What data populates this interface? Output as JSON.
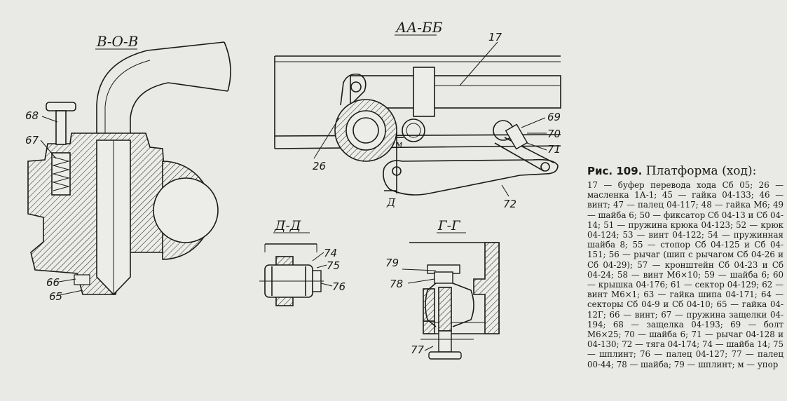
{
  "sections": {
    "vov": "В-О-В",
    "aabb": "АА-ББ",
    "dd": "Д-Д",
    "gg": "Г-Г",
    "d_mark": "Д"
  },
  "callouts": {
    "c17": "17",
    "c26": "26",
    "c65": "65",
    "c66": "66",
    "c67": "67",
    "c68": "68",
    "c69": "69",
    "c70": "70",
    "c71": "71",
    "c72": "72",
    "c74": "74",
    "c75": "75",
    "c76": "76",
    "c77": "77",
    "c78": "78",
    "c79": "79",
    "m": "м"
  },
  "caption": {
    "fig_label": "Рис. 109.",
    "fig_title": "Платформа (ход):",
    "text": "17 — буфер перевода хода Сб 05; 26 — масленка 1А-1; 45 — гайка 04-133; 46 — винт; 47 — палец 04-117; 48 — гайка М6; 49 — шайба 6; 50 — фиксатор Сб 04-13 и Сб 04-14; 51 — пружина крюка 04-123; 52 — крюк 04-124; 53 — винт 04-122; 54 — пружинная шайба 8; 55 — стопор Сб 04-125 и Сб 04-151; 56 — рычаг (шип с рычагом Сб 04-26 и Сб 04-29); 57 — кронштейн Сб 04-23 и Сб 04-24; 58 — винт М6×10; 59 — шайба 6; 60 — крышка 04-176; 61 — сектор 04-129; 62 — винт М6×1; 63 — гайка шипа 04-171; 64 — секторы Сб 04-9 и Сб 04-10; 65 — гайка 04-12Г; 66 — винт; 67 — пружина защелки 04-194; 68 — защелка 04-193; 69 — болт М6×25; 70 — шайба 6; 71 — рычаг 04-128 и 04-130; 72 — тяга 04-174; 74 — шайба 14; 75 — шплинт; 76 — палец 04-127; 77 — палец 00-44; 78 — шайба; 79 — шплинт; м — упор"
  }
}
